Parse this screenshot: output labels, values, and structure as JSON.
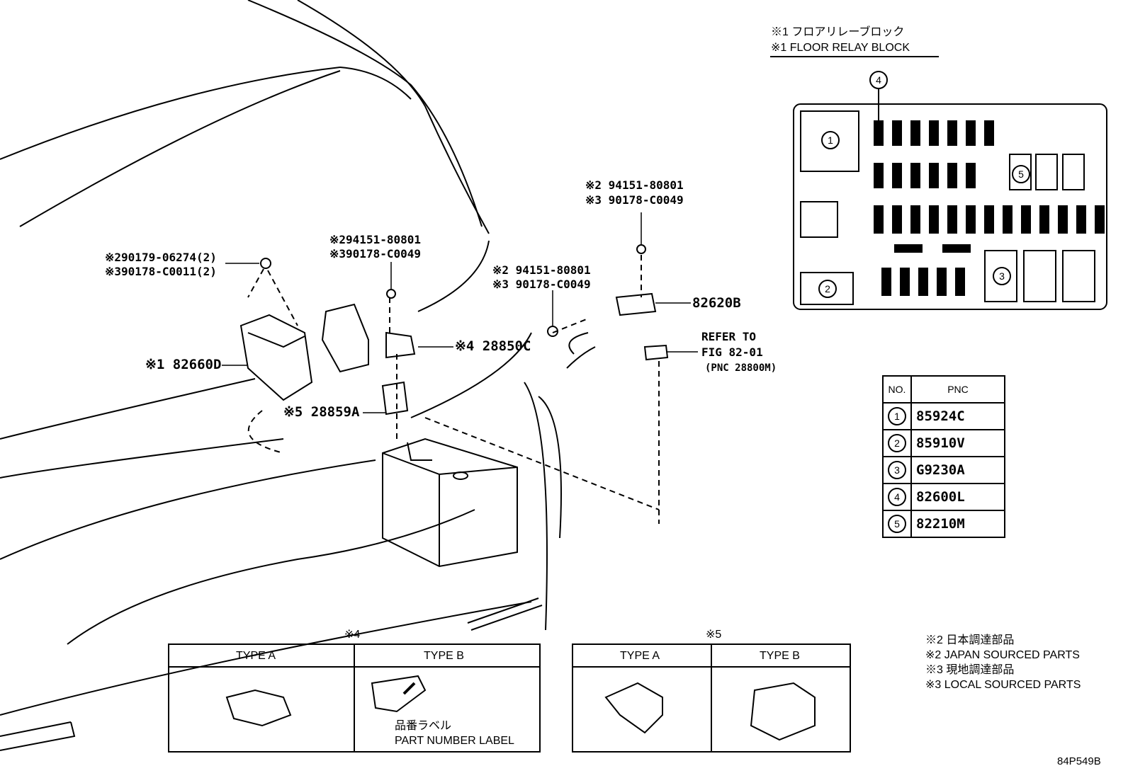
{
  "relay_block": {
    "title_jp": "※1 フロアリレーブロック",
    "title_en": "※1 FLOOR RELAY BLOCK",
    "markers": [
      "1",
      "2",
      "3",
      "4",
      "5"
    ]
  },
  "callouts": {
    "c1": {
      "line1": "※290179-06274(2)",
      "line2": "※390178-C0011(2)"
    },
    "c2": {
      "line1": "※294151-80801",
      "line2": "※390178-C0049"
    },
    "c3": {
      "line1": "※2 94151-80801",
      "line2": "※3 90178-C0049"
    },
    "c4": {
      "line1": "※2 94151-80801",
      "line2": "※3 90178-C0049"
    },
    "p82660D": "※1 82660D",
    "p28850C": "※4 28850C",
    "p28859A": "※5 28859A",
    "p82620B": "82620B",
    "refer": {
      "line1": "REFER TO",
      "line2": "FIG 82-01",
      "line3": "(PNC 28800M)"
    }
  },
  "pnc_table": {
    "header_no": "NO.",
    "header_pnc": "PNC",
    "rows": [
      {
        "no": "1",
        "pnc": "85924C"
      },
      {
        "no": "2",
        "pnc": "85910V"
      },
      {
        "no": "3",
        "pnc": "G9230A"
      },
      {
        "no": "4",
        "pnc": "82600L"
      },
      {
        "no": "5",
        "pnc": "82210M"
      }
    ]
  },
  "notes": {
    "l1": "※2 日本調達部品",
    "l2": "※2 JAPAN SOURCED PARTS",
    "l3": "※3 現地調達部品",
    "l4": "※3 LOCAL SOURCED PARTS"
  },
  "type_box_4": {
    "mark": "※4",
    "type_a": "TYPE A",
    "type_b": "TYPE B",
    "label_jp": "品番ラベル",
    "label_en": "PART NUMBER LABEL"
  },
  "type_box_5": {
    "mark": "※5",
    "type_a": "TYPE A",
    "type_b": "TYPE B"
  },
  "figure_id": "84P549B"
}
